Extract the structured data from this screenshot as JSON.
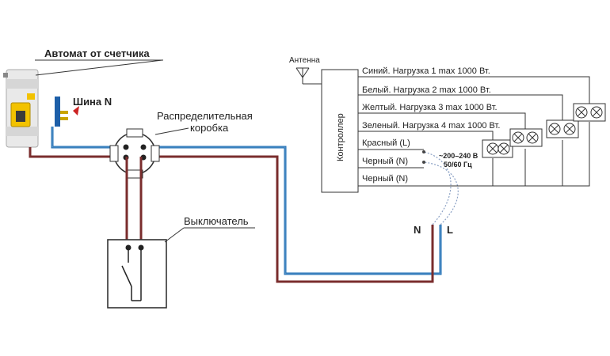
{
  "labels": {
    "breaker": "Автомат от счетчика",
    "bus_n": "Шина N",
    "junction_box_line1": "Распределительная",
    "junction_box_line2": "коробка",
    "switch": "Выключатель",
    "antenna": "Антенна",
    "controller": "Контроллер",
    "neutral": "N",
    "line": "L",
    "supply_line1": "~200–240 В",
    "supply_line2": "50/60 Гц"
  },
  "controller_wires": [
    "Синий. Нагрузка 1 max 1000 Вт.",
    "Белый. Нагрузка 2 max 1000 Вт.",
    "Желтый. Нагрузка 3 max 1000 Вт.",
    "Зеленый. Нагрузка 4 max 1000 Вт.",
    "Красный (L)",
    "Черный  (N)",
    "Черный  (N)"
  ],
  "colors": {
    "neutral_wire": "#1f6fb5",
    "phase_wire": "#7a2d2d",
    "line": "#333333",
    "breaker_yellow": "#f2c200",
    "bus_blue": "#1d5fa8"
  }
}
